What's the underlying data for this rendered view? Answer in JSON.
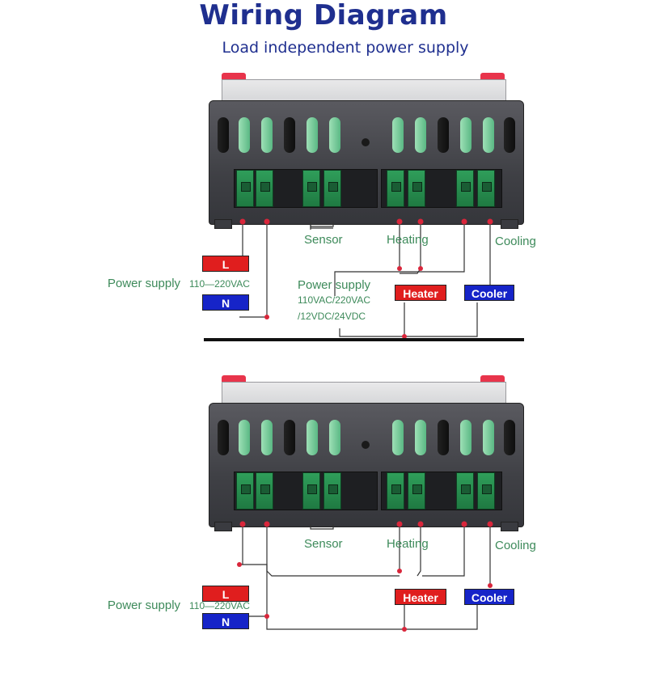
{
  "title": "Wiring Diagram",
  "subtitle": "Load independent power supply",
  "diagrams": [
    {
      "labels": {
        "sensor": "Sensor",
        "heating": "Heating",
        "cooling": "Cooling",
        "power_supply": "Power supply",
        "power_voltage": "110—220VAC",
        "l": "L",
        "n": "N",
        "heater": "Heater",
        "cooler": "Cooler",
        "load_supply": "Power supply",
        "load_voltage_1": "110VAC/220VAC",
        "load_voltage_2": "/12VDC/24VDC"
      }
    },
    {
      "labels": {
        "sensor": "Sensor",
        "heating": "Heating",
        "cooling": "Cooling",
        "power_supply": "Power supply",
        "power_voltage": "110—220VAC",
        "l": "L",
        "n": "N",
        "heater": "Heater",
        "cooler": "Cooler"
      }
    }
  ],
  "colors": {
    "title": "#1f2f8f",
    "label_green": "#3d8a5a",
    "red_box": "#e01e1e",
    "blue_box": "#1624c8",
    "terminal_green": "#2f9e5a",
    "wire_dot": "#d9263b"
  }
}
